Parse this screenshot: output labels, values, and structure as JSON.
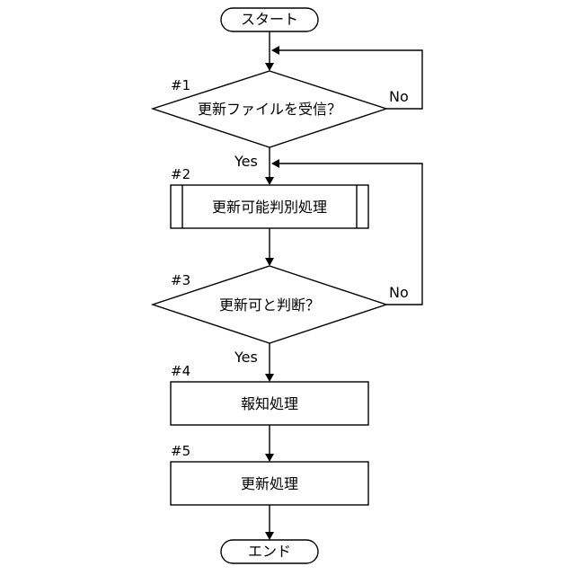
{
  "flowchart": {
    "start": {
      "label": "スタート"
    },
    "end": {
      "label": "エンド"
    },
    "steps": [
      {
        "number": "#1",
        "label": "更新ファイルを受信？",
        "no_label": "No",
        "yes_label": "Yes"
      },
      {
        "number": "#2",
        "label": "更新可能判別処理"
      },
      {
        "number": "#3",
        "label": "更新可と判断？",
        "no_label": "No",
        "yes_label": "Yes"
      },
      {
        "number": "#4",
        "label": "報知処理"
      },
      {
        "number": "#5",
        "label": "更新処理"
      }
    ]
  }
}
